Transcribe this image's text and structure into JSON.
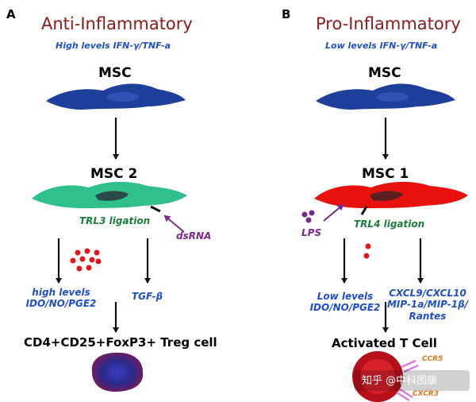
{
  "panel_a": {
    "letter": "A",
    "title": "Anti-Inflammatory",
    "subtitle": "High levels IFN-γ/TNF-a",
    "top_cell": "MSC",
    "mid_cell": "MSC 2",
    "ligation": "TRL3 ligation",
    "ligand": "dsRNA",
    "left_product_line1": "high levels",
    "left_product_line2": "IDO/NO/PGE2",
    "right_product": "TGF-β",
    "outcome": "CD4+CD25+FoxP3+ Treg cell"
  },
  "panel_b": {
    "letter": "B",
    "title": "Pro-Inflammatory",
    "subtitle": "Low levels IFN-γ/TNF-a",
    "top_cell": "MSC",
    "mid_cell": "MSC 1",
    "ligation": "TRL4 ligation",
    "ligand": "LPS",
    "left_product_line1": "Low levels",
    "left_product_line2": "IDO/NO/PGE2",
    "right_product_line1": "CXCL9/CXCL10",
    "right_product_line2": "MIP-1a/MIP-1β/",
    "right_product_line3": "Rantes",
    "outcome": "Activated T Cell",
    "receptor_1": "CCR5",
    "receptor_2": "CXCR3"
  },
  "watermark": "知乎 @中科图康",
  "colors": {
    "title": "#8b1a1a",
    "blue_text": "#1f4fc8",
    "green_text": "#1b7d3d",
    "purple": "#7a2a8a",
    "msc_blue": "#1e3f9a",
    "msc2_green": "#2fbf8a",
    "msc1_red": "#e8120c",
    "dots_red": "#e01818",
    "orange": "#e07a1a"
  }
}
